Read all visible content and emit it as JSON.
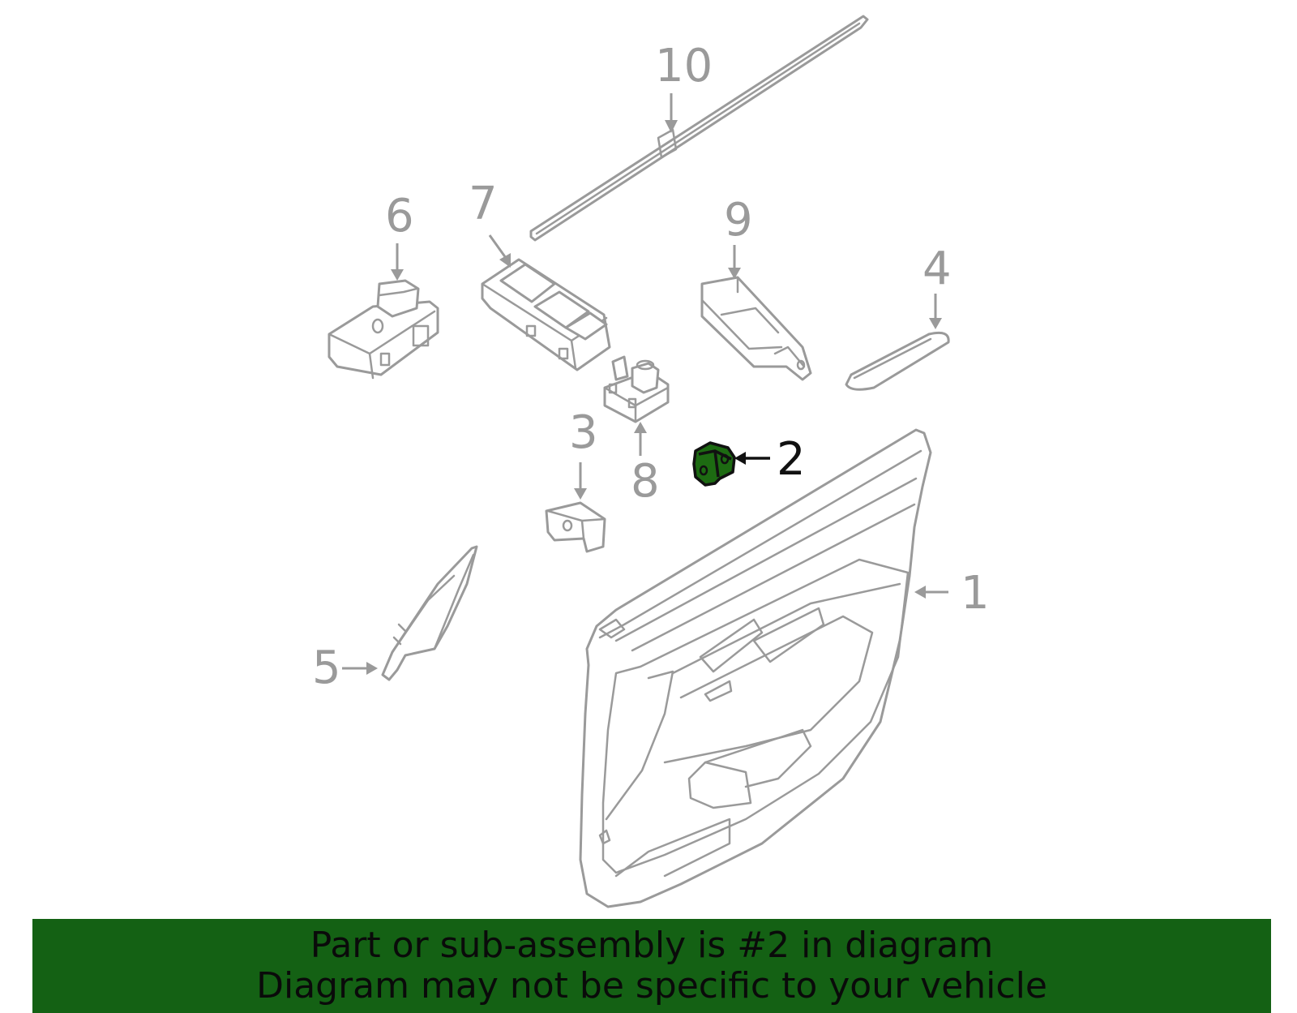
{
  "diagram": {
    "callouts": [
      {
        "id": "1",
        "label": "1"
      },
      {
        "id": "2",
        "label": "2"
      },
      {
        "id": "3",
        "label": "3"
      },
      {
        "id": "4",
        "label": "4"
      },
      {
        "id": "5",
        "label": "5"
      },
      {
        "id": "6",
        "label": "6"
      },
      {
        "id": "7",
        "label": "7"
      },
      {
        "id": "8",
        "label": "8"
      },
      {
        "id": "9",
        "label": "9"
      },
      {
        "id": "10",
        "label": "10"
      }
    ],
    "highlighted_part": "2",
    "colors": {
      "line_art": "#9a9a9a",
      "highlight_fill": "#1d6b12",
      "highlight_outline": "#111111",
      "banner_background": "#146114",
      "banner_text": "#0a0a0a"
    }
  },
  "banner": {
    "line1": "Part or sub-assembly is #2 in diagram",
    "line2": "Diagram may not be specific to your vehicle"
  }
}
